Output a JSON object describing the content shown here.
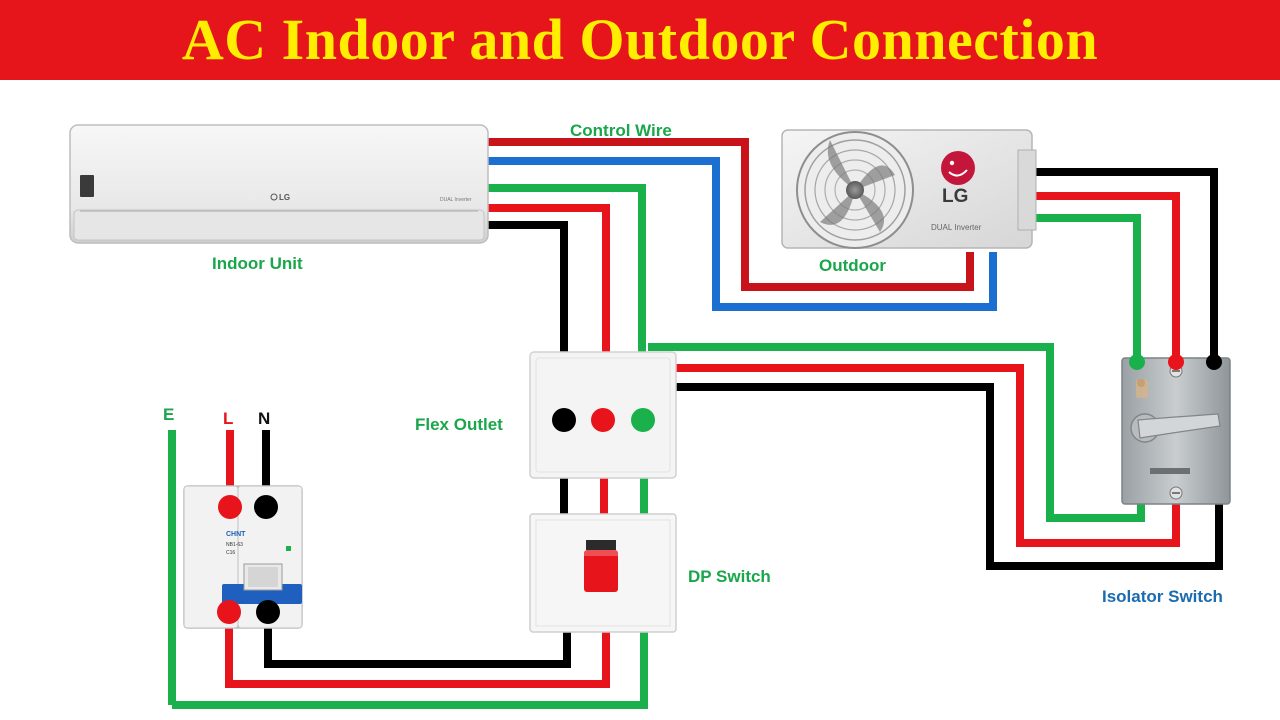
{
  "title": "AC Indoor and Outdoor Connection",
  "colors": {
    "banner": "#e5151b",
    "title_text": "#ffee00",
    "label_green": "#1aa64a",
    "label_blue": "#1a6bb0",
    "wire_red": "#e8141b",
    "wire_black": "#000000",
    "wire_green": "#1ab04c",
    "wire_blue": "#1b6fd1",
    "wire_dark_red": "#c8131a"
  },
  "labels": {
    "control_wire": "Control Wire",
    "indoor_unit": "Indoor Unit",
    "outdoor": "Outdoor",
    "flex_outlet": "Flex Outlet",
    "dp_switch": "DP Switch",
    "isolator_switch": "Isolator Switch"
  },
  "terminals": {
    "earth": "E",
    "live": "L",
    "neutral": "N"
  },
  "brands": {
    "outdoor_logo": "LG",
    "outdoor_model": "DUAL Inverter",
    "indoor_logo": "LG",
    "breaker_brand": "CHNT",
    "breaker_model": "NB1-63",
    "breaker_rating": "C16"
  },
  "icons": {
    "indoor_unit": "split-ac-indoor-unit-icon",
    "outdoor_unit": "ac-outdoor-unit-icon",
    "fan": "fan-icon",
    "breaker": "mcb-breaker-icon",
    "flex_outlet": "socket-outlet-icon",
    "dp_switch": "dp-switch-icon",
    "isolator": "isolator-switch-icon"
  }
}
